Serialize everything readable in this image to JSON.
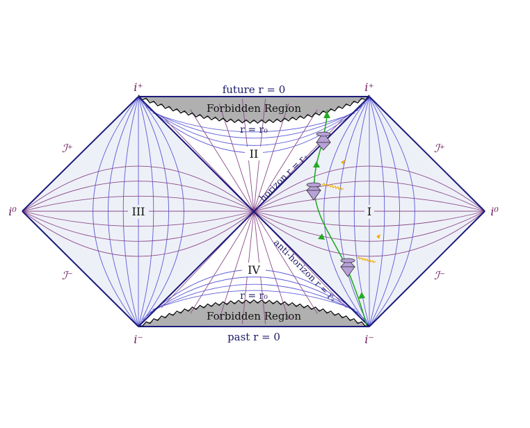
{
  "labels": {
    "future": "future r = 0",
    "past": "past r = 0",
    "forbidden_top": "Forbidden Region",
    "forbidden_bottom": "Forbidden Region",
    "r0_top": "r = r₀",
    "r0_bottom": "r = r₀",
    "region_I": "I",
    "region_II": "II",
    "region_III": "III",
    "region_IV": "IV",
    "horizon": "horizon r = r₊",
    "anti_horizon": "anti-horizon r = r₊",
    "i_plus_left": "i⁺",
    "i_plus_right": "i⁺",
    "i_minus_left": "i⁻",
    "i_minus_right": "i⁻",
    "i0_left": "i⁰",
    "i0_right": "i⁰",
    "scri_plus_left": "ℐ⁺",
    "scri_plus_right": "ℐ⁺",
    "scri_minus_left": "ℐ⁻",
    "scri_minus_right": "ℐ⁻"
  },
  "colors": {
    "boundary": "#1a1a7a",
    "blue_lines": "#5a5ad6",
    "purple_lines": "#8a4a8a",
    "fill_exterior": "#eef0f8",
    "forbidden": "#b0b0b0",
    "worldline": "#22aa22",
    "photon": "#f0b000",
    "cones": "#b8a0d8"
  }
}
